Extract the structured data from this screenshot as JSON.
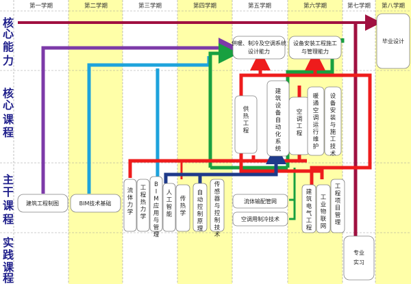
{
  "semesters": [
    "第一学期",
    "第二学期",
    "第三学期",
    "第四学期",
    "第五学期",
    "第六学期",
    "第七学期",
    "第八学期"
  ],
  "categories": [
    {
      "id": "core-ability",
      "lines": [
        "核",
        "心",
        "能",
        "力"
      ]
    },
    {
      "id": "core-course",
      "lines": [
        "核",
        "心",
        "课",
        "程"
      ]
    },
    {
      "id": "main-course",
      "lines": [
        "主",
        "干",
        "课",
        "程"
      ]
    },
    {
      "id": "practice-course",
      "lines": [
        "实",
        "践",
        "课",
        "程"
      ]
    }
  ],
  "abilities": {
    "hvac_design": [
      "供暖、制冷及空调系统",
      "设计能力"
    ],
    "install_mgmt": [
      "设备安装工程施工",
      "与管理能力"
    ],
    "graduation": "毕业设计"
  },
  "core_courses": {
    "heating": "供热工程",
    "automation": "建筑设备自动化系统",
    "aircon": "空调工程",
    "hvac_maint": "暖通空调运行维护",
    "install_tech": "设备安装与施工技术"
  },
  "main_courses": {
    "drawing": "建筑工程制图",
    "bim_basic": "BIM技术基础",
    "fluid_mech": "流体力学",
    "thermo": "工程热力学",
    "bim_app": "BIM应用与管理",
    "ai": "人工智能",
    "heat_transfer": "传热学",
    "auto_control": "自动控制原理",
    "sensors": "传感器与控制技术",
    "pipe_net": "流体输配管网",
    "clean_air": "空调用制冷技术",
    "electrical": "建筑电气工程",
    "iot": "工业物联网",
    "project_mgmt": "工程项目管理"
  },
  "practice": {
    "internship": [
      "专业",
      "实习"
    ]
  },
  "colors": {
    "column_yellow": "#ffffa8",
    "arrow_red": "#ee1c1c",
    "arrow_darkred": "#a01040",
    "arrow_purple": "#7c3aa8",
    "arrow_blue": "#1ea3dc",
    "arrow_green": "#18a040",
    "arrow_navy": "#1e3a8a",
    "category_text": "#1e1e8a"
  }
}
